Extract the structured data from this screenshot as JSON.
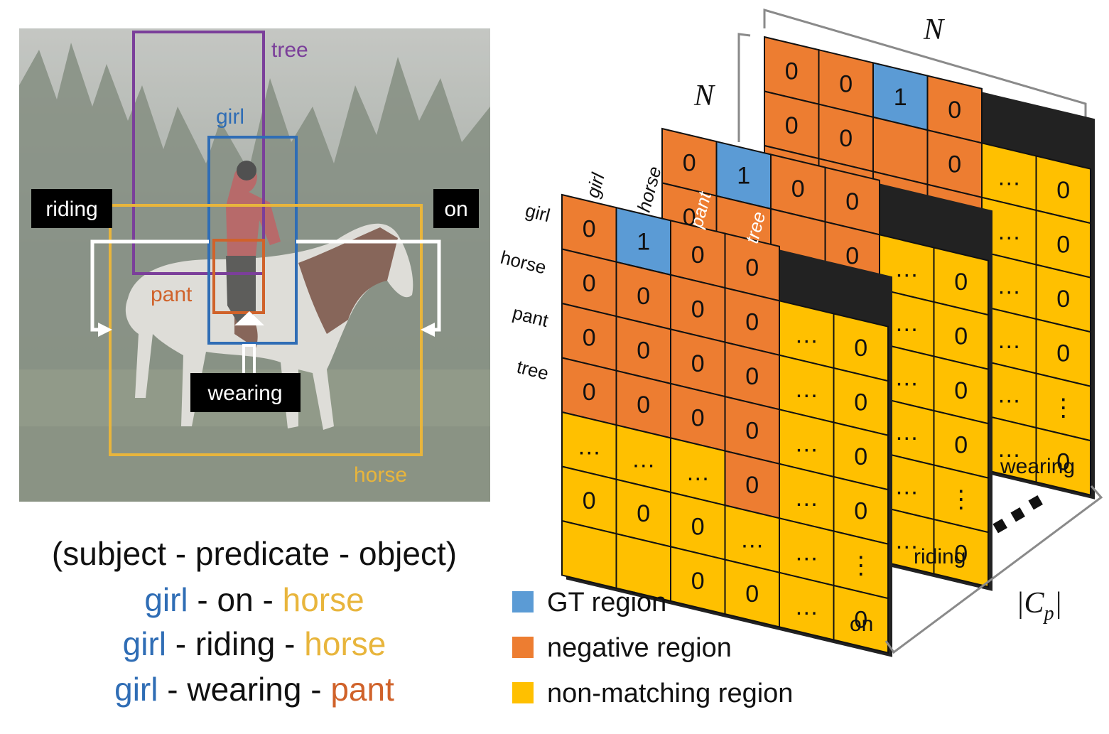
{
  "colors": {
    "gt": "#5B9BD5",
    "negative": "#ED7D31",
    "nonmatching": "#FFC000",
    "tree": "#7B3F9A",
    "girl": "#2F6DB5",
    "horse": "#E8B53C",
    "pant": "#D0622A"
  },
  "photo": {
    "boxes": [
      {
        "label": "tree",
        "color": "tree"
      },
      {
        "label": "girl",
        "color": "girl"
      },
      {
        "label": "pant",
        "color": "pant"
      },
      {
        "label": "horse",
        "color": "horse"
      }
    ],
    "predicates": [
      "riding",
      "on",
      "wearing"
    ]
  },
  "triplets": {
    "header": "(subject - predicate - object)",
    "rows": [
      {
        "subject": "girl",
        "predicate": "on",
        "object": "horse",
        "object_color": "horse"
      },
      {
        "subject": "girl",
        "predicate": "riding",
        "object": "horse",
        "object_color": "horse"
      },
      {
        "subject": "girl",
        "predicate": "wearing",
        "object": "pant",
        "object_color": "pant"
      }
    ]
  },
  "tensor": {
    "dim_label": "N",
    "depth_label": "|C",
    "depth_subscript": "p",
    "depth_close": "|",
    "row_labels": [
      "girl",
      "horse",
      "pant",
      "tree"
    ],
    "col_labels": [
      "girl",
      "horse",
      "pant",
      "tree"
    ],
    "slices": [
      {
        "label": "wearing",
        "cells": [
          [
            "0",
            "0",
            "1",
            "0",
            "",
            ""
          ],
          [
            "0",
            "0",
            "",
            "0",
            "…",
            "0"
          ],
          [
            "",
            "",
            "0",
            "0",
            "…",
            "0"
          ],
          [
            "",
            "",
            "",
            "",
            "…",
            "0"
          ],
          [
            "",
            "",
            "",
            "",
            "…",
            "0"
          ],
          [
            "",
            "",
            "",
            "",
            "…",
            "⋮"
          ],
          [
            "",
            "",
            "",
            "",
            "…",
            "0"
          ]
        ],
        "types": [
          [
            "n",
            "n",
            "g",
            "n",
            "",
            ""
          ],
          [
            "n",
            "n",
            "n",
            "n",
            "y",
            "y"
          ],
          [
            "n",
            "n",
            "n",
            "n",
            "y",
            "y"
          ],
          [
            "n",
            "n",
            "n",
            "n",
            "y",
            "y"
          ],
          [
            "y",
            "y",
            "y",
            "y",
            "y",
            "y"
          ],
          [
            "y",
            "y",
            "y",
            "y",
            "y",
            "y"
          ],
          [
            "y",
            "y",
            "y",
            "y",
            "y",
            "y"
          ]
        ]
      },
      {
        "label": "riding",
        "cells": [
          [
            "0",
            "1",
            "0",
            "0",
            "",
            ""
          ],
          [
            "0",
            "",
            "",
            "0",
            "…",
            "0"
          ],
          [
            "",
            "",
            "0",
            "0",
            "…",
            "0"
          ],
          [
            "",
            "",
            "",
            "",
            "…",
            "0"
          ],
          [
            "",
            "",
            "",
            "",
            "…",
            "0"
          ],
          [
            "",
            "",
            "",
            "",
            "…",
            "⋮"
          ],
          [
            "",
            "",
            "",
            "",
            "…",
            "0"
          ]
        ],
        "types": [
          [
            "n",
            "g",
            "n",
            "n",
            "",
            ""
          ],
          [
            "n",
            "n",
            "n",
            "n",
            "y",
            "y"
          ],
          [
            "n",
            "n",
            "n",
            "n",
            "y",
            "y"
          ],
          [
            "n",
            "n",
            "n",
            "n",
            "y",
            "y"
          ],
          [
            "y",
            "y",
            "y",
            "y",
            "y",
            "y"
          ],
          [
            "y",
            "y",
            "y",
            "y",
            "y",
            "y"
          ],
          [
            "y",
            "y",
            "y",
            "y",
            "y",
            "y"
          ]
        ]
      },
      {
        "label": "on",
        "cells": [
          [
            "0",
            "1",
            "0",
            "0",
            "",
            ""
          ],
          [
            "0",
            "0",
            "0",
            "0",
            "…",
            "0"
          ],
          [
            "0",
            "0",
            "0",
            "0",
            "…",
            "0"
          ],
          [
            "0",
            "0",
            "0",
            "0",
            "…",
            "0"
          ],
          [
            "…",
            "…",
            "…",
            "0",
            "…",
            "0"
          ],
          [
            "0",
            "0",
            "0",
            "…",
            "…",
            "⋮"
          ],
          [
            "",
            "",
            "0",
            "0",
            "…",
            "0"
          ]
        ],
        "types": [
          [
            "n",
            "g",
            "n",
            "n",
            "",
            ""
          ],
          [
            "n",
            "n",
            "n",
            "n",
            "y",
            "y"
          ],
          [
            "n",
            "n",
            "n",
            "n",
            "y",
            "y"
          ],
          [
            "n",
            "n",
            "n",
            "n",
            "y",
            "y"
          ],
          [
            "y",
            "y",
            "y",
            "n",
            "y",
            "y"
          ],
          [
            "y",
            "y",
            "y",
            "y",
            "y",
            "y"
          ],
          [
            "y",
            "y",
            "y",
            "y",
            "y",
            "y"
          ]
        ]
      }
    ]
  },
  "legend": [
    {
      "label": "GT region",
      "color": "gt"
    },
    {
      "label": "negative region",
      "color": "negative"
    },
    {
      "label": "non-matching region",
      "color": "nonmatching"
    }
  ]
}
